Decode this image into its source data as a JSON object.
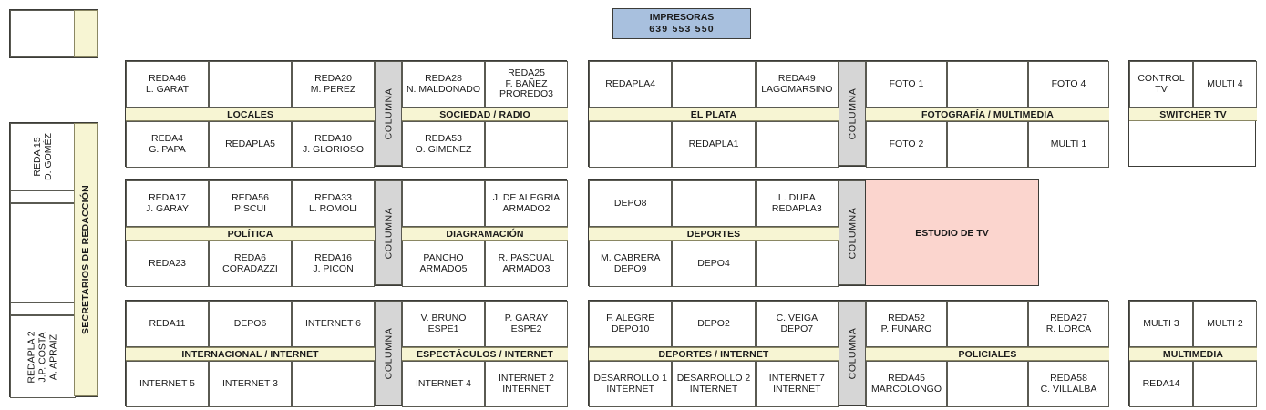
{
  "printers": {
    "title": "IMPRESORAS",
    "numbers": "639  553  550"
  },
  "sidebar": {
    "band_label": "SECRETARIOS DE REDACCIÓN",
    "cells": [
      {
        "name": "reda15",
        "text": "REDA 15\nD. GOMÉZ"
      },
      {
        "name": "spacer-1",
        "text": ""
      },
      {
        "name": "empty-large",
        "text": ""
      },
      {
        "name": "spacer-2",
        "text": ""
      },
      {
        "name": "redapla2",
        "text": "REDAPLA 2\nJ.P. COSTA\nA. APRAIZ"
      }
    ]
  },
  "columna_label": "COLUMNA",
  "tv_studio": {
    "label": "ESTUDIO DE TV"
  },
  "groups": {
    "locales": {
      "label": "LOCALES",
      "top": [
        "REDA46\nL. GARAT",
        "",
        "REDA20\nM. PEREZ"
      ],
      "bottom": [
        "REDA4\nG. PAPA",
        "REDAPLA5",
        "REDA10\nJ. GLORIOSO"
      ]
    },
    "sociedad_radio": {
      "label": "SOCIEDAD / RADIO",
      "top": [
        "REDA28\nN. MALDONADO",
        "REDA25\nF. BAÑEZ\nPROREDO3"
      ],
      "bottom": [
        "REDA53\nO. GIMENEZ",
        ""
      ]
    },
    "el_plata": {
      "label": "EL PLATA",
      "top": [
        "REDAPLA4",
        "",
        "REDA49\nLAGOMARSINO"
      ],
      "bottom": [
        "",
        "REDAPLA1",
        ""
      ]
    },
    "fotografia": {
      "label": "FOTOGRAFÍA / MULTIMEDIA",
      "top": [
        "FOTO 1",
        "",
        "FOTO 4"
      ],
      "bottom": [
        "FOTO 2",
        "",
        "MULTI 1"
      ]
    },
    "switcher_tv": {
      "label": "SWITCHER TV",
      "top": [
        "CONTROL TV",
        "MULTI 4"
      ]
    },
    "politica": {
      "label": "POLÍTICA",
      "top": [
        "REDA17\nJ. GARAY",
        "REDA56\nPISCUI",
        "REDA33\nL. ROMOLI"
      ],
      "bottom": [
        "REDA23",
        "REDA6\nCORADAZZI",
        "REDA16\nJ. PICON"
      ]
    },
    "diagramacion": {
      "label": "DIAGRAMACIÓN",
      "top": [
        "",
        "J. DE ALEGRIA\nARMADO2"
      ],
      "bottom": [
        "PANCHO\nARMADO5",
        "R. PASCUAL\nARMADO3"
      ]
    },
    "deportes": {
      "label": "DEPORTES",
      "top": [
        "DEPO8",
        "",
        "L. DUBA\nREDAPLA3"
      ],
      "bottom": [
        "M. CABRERA\nDEPO9",
        "DEPO4",
        ""
      ]
    },
    "internacional": {
      "label": "INTERNACIONAL / INTERNET",
      "top": [
        "REDA11",
        "DEPO6",
        "INTERNET 6"
      ],
      "bottom": [
        "INTERNET 5",
        "INTERNET 3",
        ""
      ]
    },
    "espectaculos": {
      "label": "ESPECTÁCULOS / INTERNET",
      "top": [
        "V. BRUNO\nESPE1",
        "P. GARAY\nESPE2"
      ],
      "bottom": [
        "INTERNET 4",
        "INTERNET 2\nINTERNET"
      ]
    },
    "deportes_internet": {
      "label": "DEPORTES / INTERNET",
      "top": [
        "F. ALEGRE\nDEPO10",
        "DEPO2",
        "C. VEIGA\nDEPO7"
      ],
      "bottom": [
        "DESARROLLO 1\nINTERNET",
        "DESARROLLO 2\nINTERNET",
        "INTERNET 7\nINTERNET"
      ]
    },
    "policiales": {
      "label": "POLICIALES",
      "top": [
        "REDA52\nP. FUNARO",
        "",
        "REDA27\nR. LORCA"
      ],
      "bottom": [
        "REDA45\nMARCOLONGO",
        "",
        "REDA58\nC. VILLALBA"
      ]
    },
    "multimedia": {
      "label": "MULTIMEDIA",
      "top": [
        "MULTI 3",
        "MULTI 2"
      ],
      "bottom": [
        "REDA14",
        ""
      ]
    }
  }
}
